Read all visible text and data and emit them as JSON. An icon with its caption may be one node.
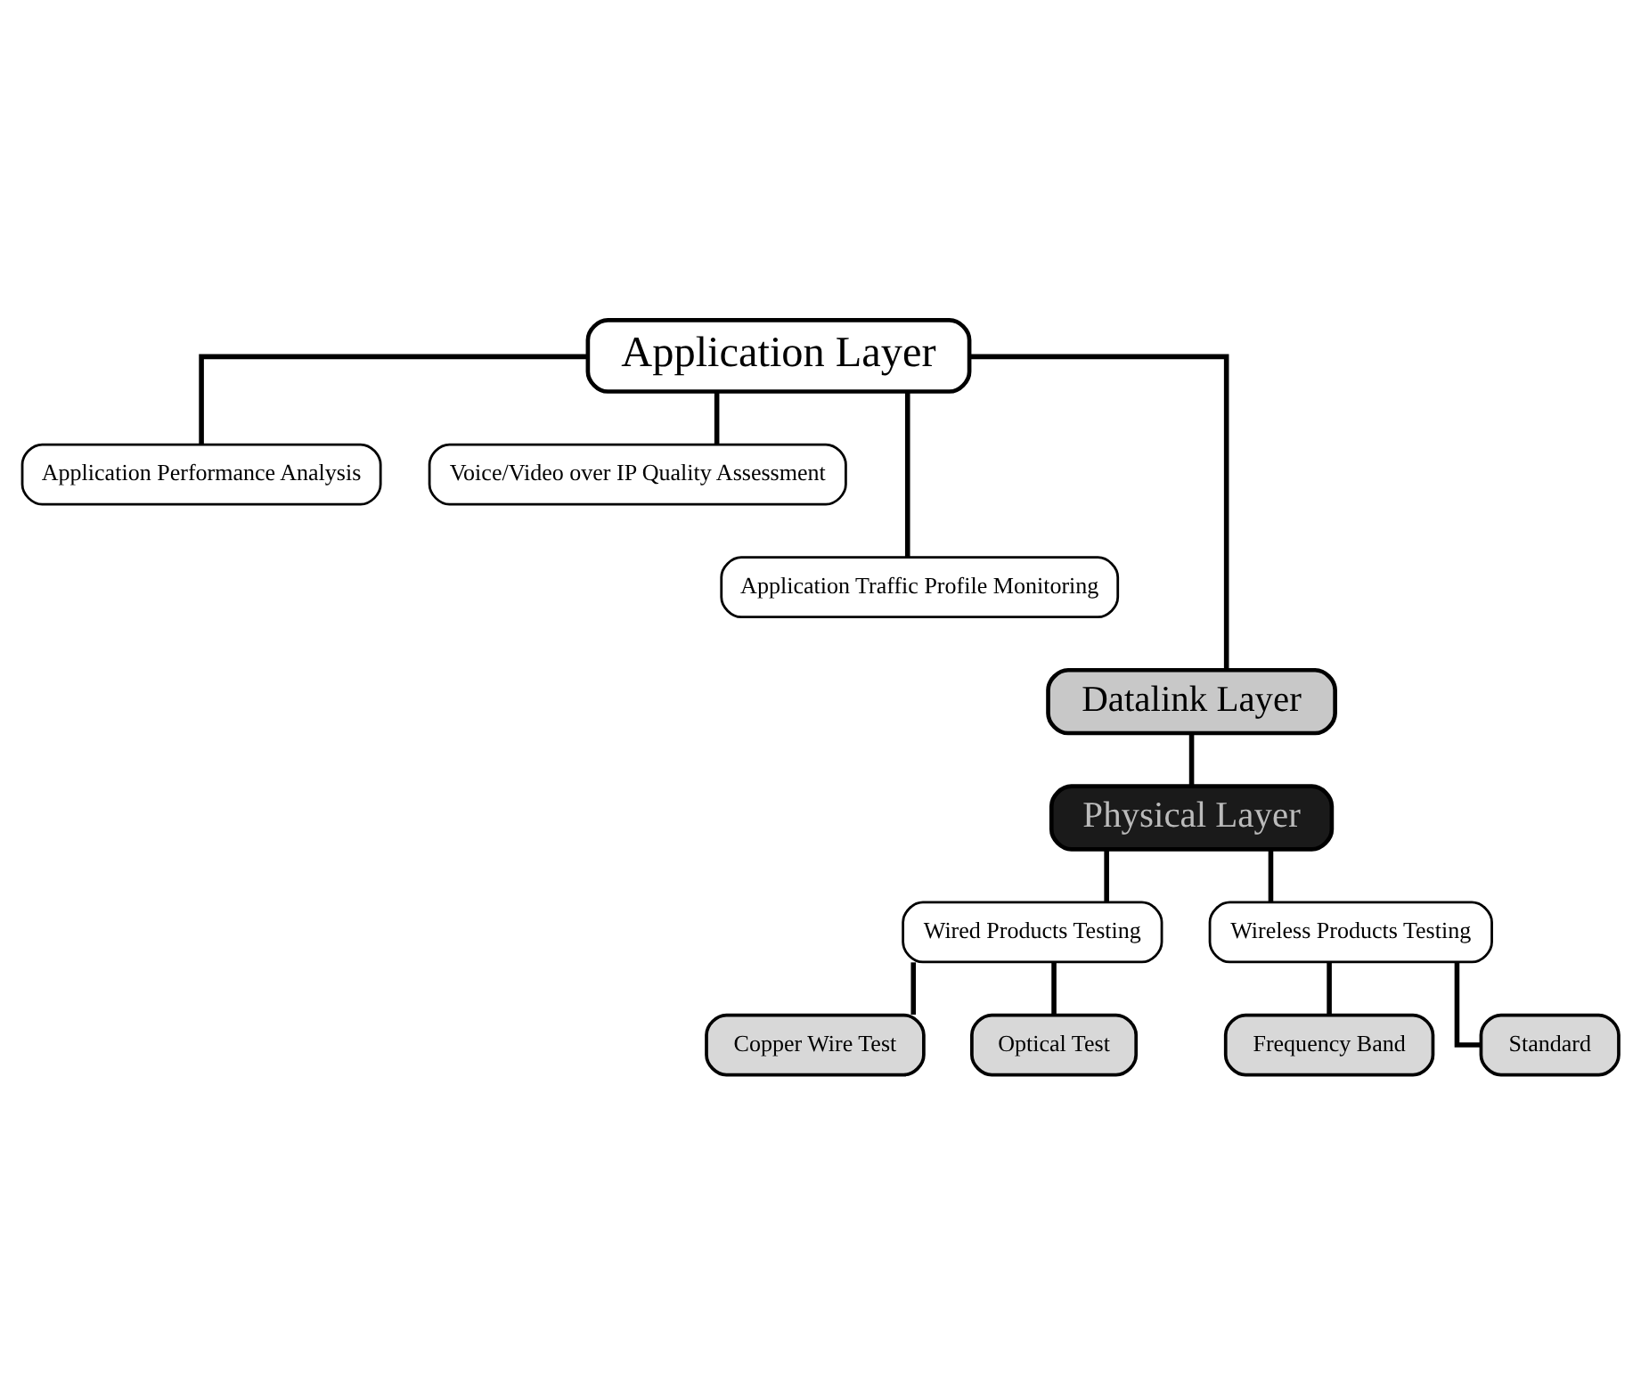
{
  "diagram": {
    "nodes": [
      {
        "text": [
          "Application Layer"
        ]
      },
      {
        "text": [
          "Application Performance Analysis"
        ]
      },
      {
        "text": [
          "Voice/Video over IP Quality Assessment"
        ]
      },
      {
        "text": [
          "Application Traffic Profile Monitoring"
        ]
      },
      {
        "text": [
          "Datalink Layer"
        ]
      },
      {
        "text": [
          "Physical Layer"
        ]
      },
      {
        "text": [
          "Wired Products Testing"
        ]
      },
      {
        "text": [
          "Wireless Products Testing"
        ]
      },
      {
        "text": [
          "Copper Wire Test"
        ]
      },
      {
        "text": [
          "Optical Test"
        ]
      },
      {
        "text": [
          "Frequency Band"
        ]
      },
      {
        "text": [
          "Standard"
        ]
      }
    ],
    "edges": [
      {
        "from": 0,
        "to": 1,
        "arrow": "none"
      },
      {
        "from": 0,
        "to": 2,
        "arrow": "none"
      },
      {
        "from": 0,
        "to": 3,
        "arrow": "none"
      },
      {
        "from": 0,
        "to": 4,
        "arrow": "none"
      },
      {
        "from": 4,
        "to": 5,
        "arrow": "none"
      },
      {
        "from": 5,
        "to": 6,
        "arrow": "none"
      },
      {
        "from": 5,
        "to": 7,
        "arrow": "none"
      },
      {
        "from": 6,
        "to": 8,
        "arrow": "none"
      },
      {
        "from": 6,
        "to": 9,
        "arrow": "none"
      },
      {
        "from": 7,
        "to": 10,
        "arrow": "none"
      },
      {
        "from": 7,
        "to": 11,
        "arrow": "none"
      }
    ]
  }
}
